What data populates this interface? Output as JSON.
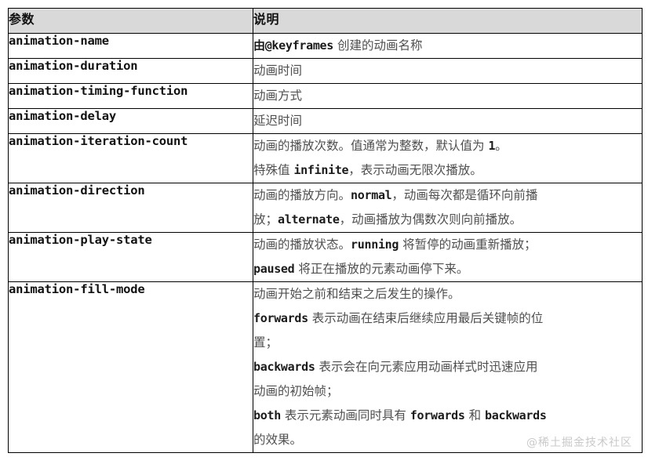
{
  "table": {
    "headers": {
      "param": "参数",
      "desc": "说明"
    },
    "rows": [
      {
        "param": "animation-name",
        "lines": [
          [
            {
              "t": "code",
              "v": "由@keyframes"
            },
            {
              "t": "text",
              "v": " 创建的动画名称"
            }
          ]
        ]
      },
      {
        "param": "animation-duration",
        "lines": [
          [
            {
              "t": "text",
              "v": "动画时间"
            }
          ]
        ]
      },
      {
        "param": "animation-timing-function",
        "lines": [
          [
            {
              "t": "text",
              "v": "动画方式"
            }
          ]
        ]
      },
      {
        "param": "animation-delay",
        "lines": [
          [
            {
              "t": "text",
              "v": "延迟时间"
            }
          ]
        ]
      },
      {
        "param": "animation-iteration-count",
        "lines": [
          [
            {
              "t": "text",
              "v": "动画的播放次数。值通常为整数，默认值为 "
            },
            {
              "t": "code",
              "v": "1"
            },
            {
              "t": "text",
              "v": "。"
            }
          ],
          [
            {
              "t": "text",
              "v": "特殊值 "
            },
            {
              "t": "code",
              "v": "infinite"
            },
            {
              "t": "text",
              "v": "，表示动画无限次播放。"
            }
          ]
        ]
      },
      {
        "param": "animation-direction",
        "lines": [
          [
            {
              "t": "text",
              "v": "动画的播放方向。"
            },
            {
              "t": "code",
              "v": "normal"
            },
            {
              "t": "text",
              "v": "，动画每次都是循环向前播"
            }
          ],
          [
            {
              "t": "text",
              "v": "放；"
            },
            {
              "t": "code",
              "v": "alternate"
            },
            {
              "t": "text",
              "v": "，动画播放为偶数次则向前播放。"
            }
          ]
        ]
      },
      {
        "param": "animation-play-state",
        "lines": [
          [
            {
              "t": "text",
              "v": "动画的播放状态。"
            },
            {
              "t": "code",
              "v": "running"
            },
            {
              "t": "text",
              "v": " 将暂停的动画重新播放；"
            }
          ],
          [
            {
              "t": "code",
              "v": "paused"
            },
            {
              "t": "text",
              "v": " 将正在播放的元素动画停下来。"
            }
          ]
        ]
      },
      {
        "param": "animation-fill-mode",
        "lines": [
          [
            {
              "t": "text",
              "v": "动画开始之前和结束之后发生的操作。"
            }
          ],
          [
            {
              "t": "code",
              "v": "forwards"
            },
            {
              "t": "text",
              "v": " 表示动画在结束后继续应用最后关键帧的位"
            }
          ],
          [
            {
              "t": "text",
              "v": "置；"
            }
          ],
          [
            {
              "t": "code",
              "v": "backwards"
            },
            {
              "t": "text",
              "v": " 表示会在向元素应用动画样式时迅速应用"
            }
          ],
          [
            {
              "t": "text",
              "v": "动画的初始帧；"
            }
          ],
          [
            {
              "t": "code",
              "v": "both"
            },
            {
              "t": "text",
              "v": " 表示元素动画同时具有 "
            },
            {
              "t": "code",
              "v": "forwards"
            },
            {
              "t": "text",
              "v": " 和 "
            },
            {
              "t": "code",
              "v": "backwards"
            }
          ],
          [
            {
              "t": "text",
              "v": "的效果。"
            }
          ]
        ]
      }
    ]
  },
  "watermark": {
    "text": "@稀土掘金技术社区"
  },
  "colors": {
    "header_bg": "#d9d9d9",
    "border": "#000000",
    "code_text": "#1a1a1a",
    "body_text": "#4f4f4f",
    "watermark": "#c9c9c9",
    "page_bg": "#ffffff"
  }
}
